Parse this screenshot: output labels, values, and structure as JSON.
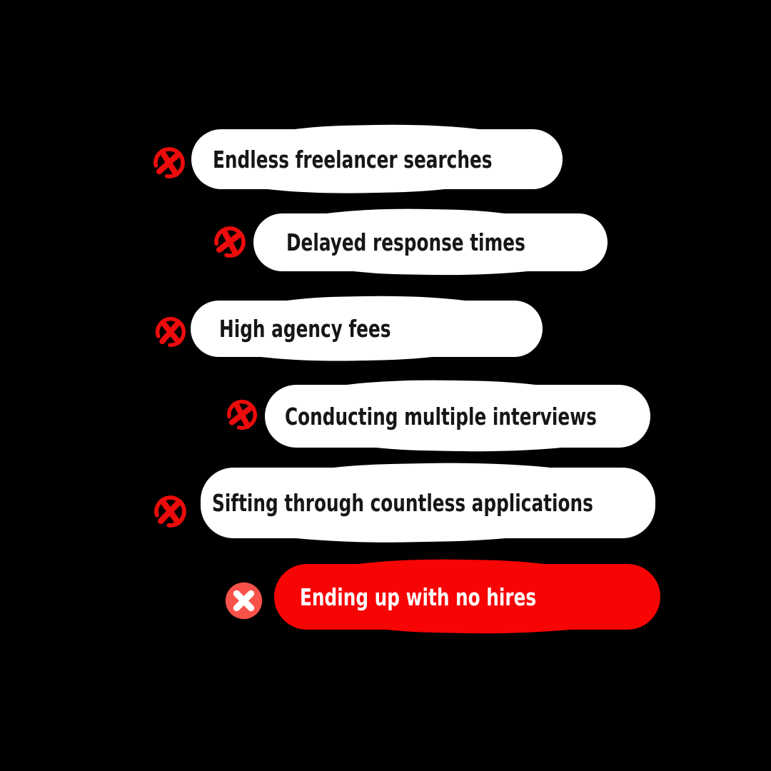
{
  "background": "#000000",
  "colors": {
    "background": "#000000",
    "pill_bg": "#ffffff",
    "pill_text": "#161616",
    "icon_red": "#ec0c0c",
    "red_pill_bg": "#f70404",
    "red_pill_text": "#ffffff",
    "solid_icon_bg": "#f8524a",
    "solid_icon_x": "#ffffff"
  },
  "items": [
    {
      "label": "Endless freelancer searches",
      "variant": "white",
      "icon": "crossed-out-circle-icon"
    },
    {
      "label": "Delayed response times",
      "variant": "white",
      "icon": "crossed-out-circle-icon"
    },
    {
      "label": "High agency fees",
      "variant": "white",
      "icon": "crossed-out-circle-icon"
    },
    {
      "label": "Conducting multiple interviews",
      "variant": "white",
      "icon": "crossed-out-circle-icon"
    },
    {
      "label": "Sifting through countless applications",
      "variant": "white",
      "icon": "crossed-out-circle-icon"
    },
    {
      "label": "Ending up with no hires",
      "variant": "red",
      "icon": "x-circle-icon"
    }
  ]
}
